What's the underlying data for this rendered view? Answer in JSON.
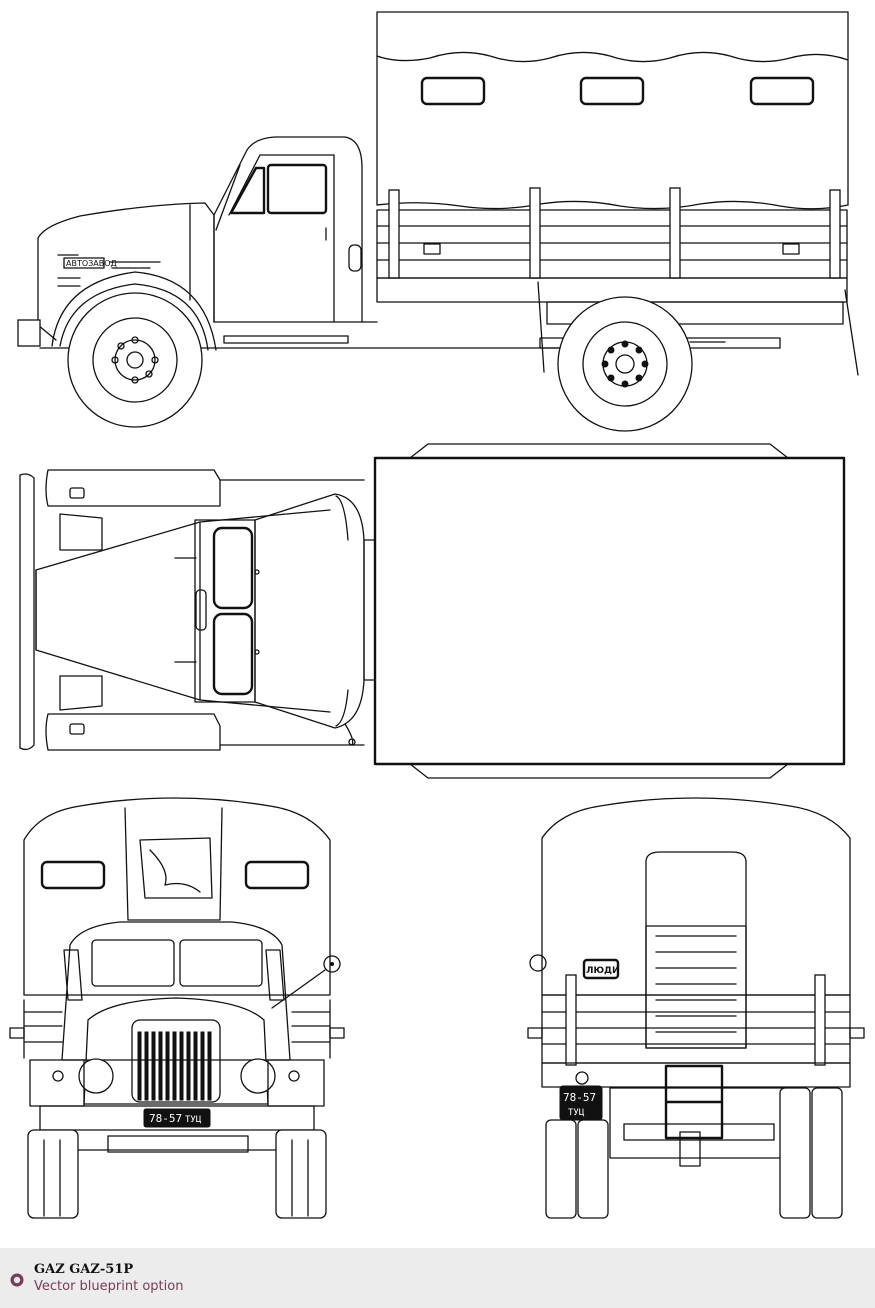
{
  "drawing": {
    "views": [
      "side-view",
      "top-view",
      "front-view",
      "rear-view"
    ],
    "front_plate": {
      "number": "78-57",
      "suffix": "ТУЦ"
    },
    "rear_plate": {
      "number": "78-57",
      "suffix": "ТУЦ"
    },
    "rear_sign": "ЛЮДИ",
    "hood_badge": "АВТОЗАВОД"
  },
  "footer": {
    "title": "GAZ GAZ-51P",
    "subtitle": "Vector blueprint option",
    "icon": "circle-dot-icon",
    "accent_color": "#7a3b58",
    "background_color": "#ececec"
  }
}
